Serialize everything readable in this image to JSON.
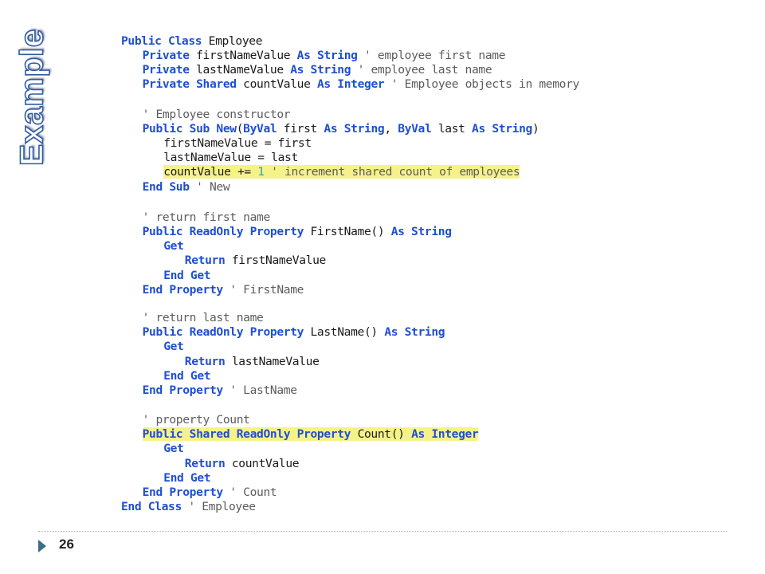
{
  "slide": {
    "title": "Example",
    "page_number": "26"
  },
  "code": {
    "lines": [
      [
        [
          "kw",
          "Public Class "
        ],
        [
          "tx",
          "Employee"
        ]
      ],
      [
        [
          "kw",
          "Private "
        ],
        [
          "tx",
          "firstNameValue "
        ],
        [
          "kw",
          "As String "
        ],
        [
          "cm",
          "' employee first name"
        ]
      ],
      [
        [
          "kw",
          "Private "
        ],
        [
          "tx",
          "lastNameValue "
        ],
        [
          "kw",
          "As String "
        ],
        [
          "cm",
          "' employee last name"
        ]
      ],
      [
        [
          "kw",
          "Private Shared "
        ],
        [
          "tx",
          "countValue "
        ],
        [
          "kw",
          "As Integer "
        ],
        [
          "cm",
          "' Employee objects in memory"
        ]
      ],
      [],
      [
        [
          "cm",
          "' Employee constructor"
        ]
      ],
      [
        [
          "kw",
          "Public Sub New"
        ],
        [
          "tx",
          "("
        ],
        [
          "kw",
          "ByVal "
        ],
        [
          "tx",
          "first "
        ],
        [
          "kw",
          "As String"
        ],
        [
          "tx",
          ", "
        ],
        [
          "kw",
          "ByVal "
        ],
        [
          "tx",
          "last "
        ],
        [
          "kw",
          "As String"
        ],
        [
          "tx",
          ")"
        ]
      ],
      [
        [
          "tx",
          "firstNameValue = first"
        ]
      ],
      [
        [
          "tx",
          "lastNameValue = last"
        ]
      ],
      [
        [
          "tx",
          "countValue += "
        ],
        [
          "nm",
          "1"
        ],
        [
          "cm",
          " ' increment shared count of employees"
        ]
      ],
      [
        [
          "kw",
          "End Sub "
        ],
        [
          "cm",
          "' New"
        ]
      ],
      [],
      [
        [
          "cm",
          "' return first name"
        ]
      ],
      [
        [
          "kw",
          "Public ReadOnly Property "
        ],
        [
          "tx",
          "FirstName() "
        ],
        [
          "kw",
          "As String"
        ]
      ],
      [
        [
          "kw",
          "Get"
        ]
      ],
      [
        [
          "kw",
          "Return "
        ],
        [
          "tx",
          "firstNameValue"
        ]
      ],
      [
        [
          "kw",
          "End Get"
        ]
      ],
      [
        [
          "kw",
          "End Property "
        ],
        [
          "cm",
          "' FirstName"
        ]
      ],
      [],
      [
        [
          "cm",
          "' return last name"
        ]
      ],
      [
        [
          "kw",
          "Public ReadOnly Property "
        ],
        [
          "tx",
          "LastName() "
        ],
        [
          "kw",
          "As String"
        ]
      ],
      [
        [
          "kw",
          "Get"
        ]
      ],
      [
        [
          "kw",
          "Return "
        ],
        [
          "tx",
          "lastNameValue"
        ]
      ],
      [
        [
          "kw",
          "End Get"
        ]
      ],
      [
        [
          "kw",
          "End Property "
        ],
        [
          "cm",
          "' LastName"
        ]
      ],
      [],
      [
        [
          "cm",
          "' property Count"
        ]
      ],
      [
        [
          "kw",
          "Public Shared ReadOnly Property "
        ],
        [
          "tx",
          "Count() "
        ],
        [
          "kw",
          "As Integer"
        ]
      ],
      [
        [
          "kw",
          "Get"
        ]
      ],
      [
        [
          "kw",
          "Return "
        ],
        [
          "tx",
          "countValue"
        ]
      ],
      [
        [
          "kw",
          "End Get"
        ]
      ],
      [
        [
          "kw",
          "End Property "
        ],
        [
          "cm",
          "' Count"
        ]
      ],
      [
        [
          "kw",
          "End Class "
        ],
        [
          "cm",
          "' Employee"
        ]
      ]
    ],
    "highlighted_lines": [
      9,
      27
    ],
    "colors": {
      "keyword": "#1f4fd1",
      "comment": "#5c5c5c",
      "number": "#2aa4ac",
      "text": "#1a1a1a",
      "highlight": "#f6f28a"
    }
  }
}
